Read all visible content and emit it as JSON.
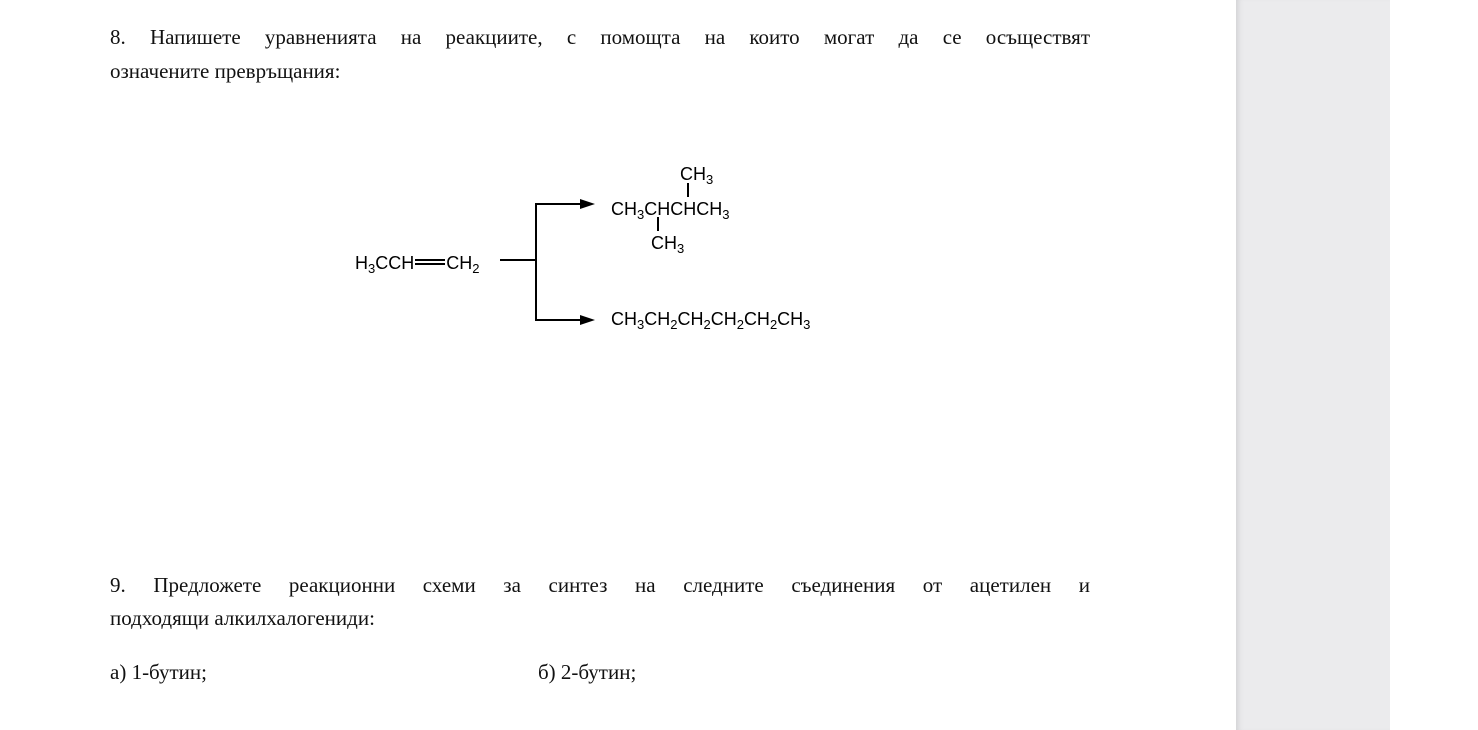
{
  "q8": {
    "text": "8. Напишете уравненията на реакциите, с помощта на които могат да се осъществят означените превръщания:",
    "line1": "8. Напишете уравненията на реакциите, с помощта на които могат да се осъществят",
    "line2": "означените превръщания:"
  },
  "scheme": {
    "reactant": [
      "H",
      "3",
      "CCH",
      "",
      "CH",
      "2"
    ],
    "product1_main": [
      "CH",
      "3",
      "CHCHCH",
      "3"
    ],
    "product1_top": [
      "CH",
      "3"
    ],
    "product1_bottom": [
      "CH",
      "3"
    ],
    "product2": [
      "CH",
      "3",
      "CH",
      "2",
      "CH",
      "2",
      "CH",
      "2",
      "CH",
      "2",
      "CH",
      "3"
    ]
  },
  "q9": {
    "line1": "9. Предложете реакционни схеми за синтез на следните съединения от ацетилен и",
    "line2": "подходящи алкилхалогениди:",
    "a": "а) 1-бутин;",
    "b": "б) 2-бутин;"
  },
  "colors": {
    "sidebar": "#ebebed"
  }
}
